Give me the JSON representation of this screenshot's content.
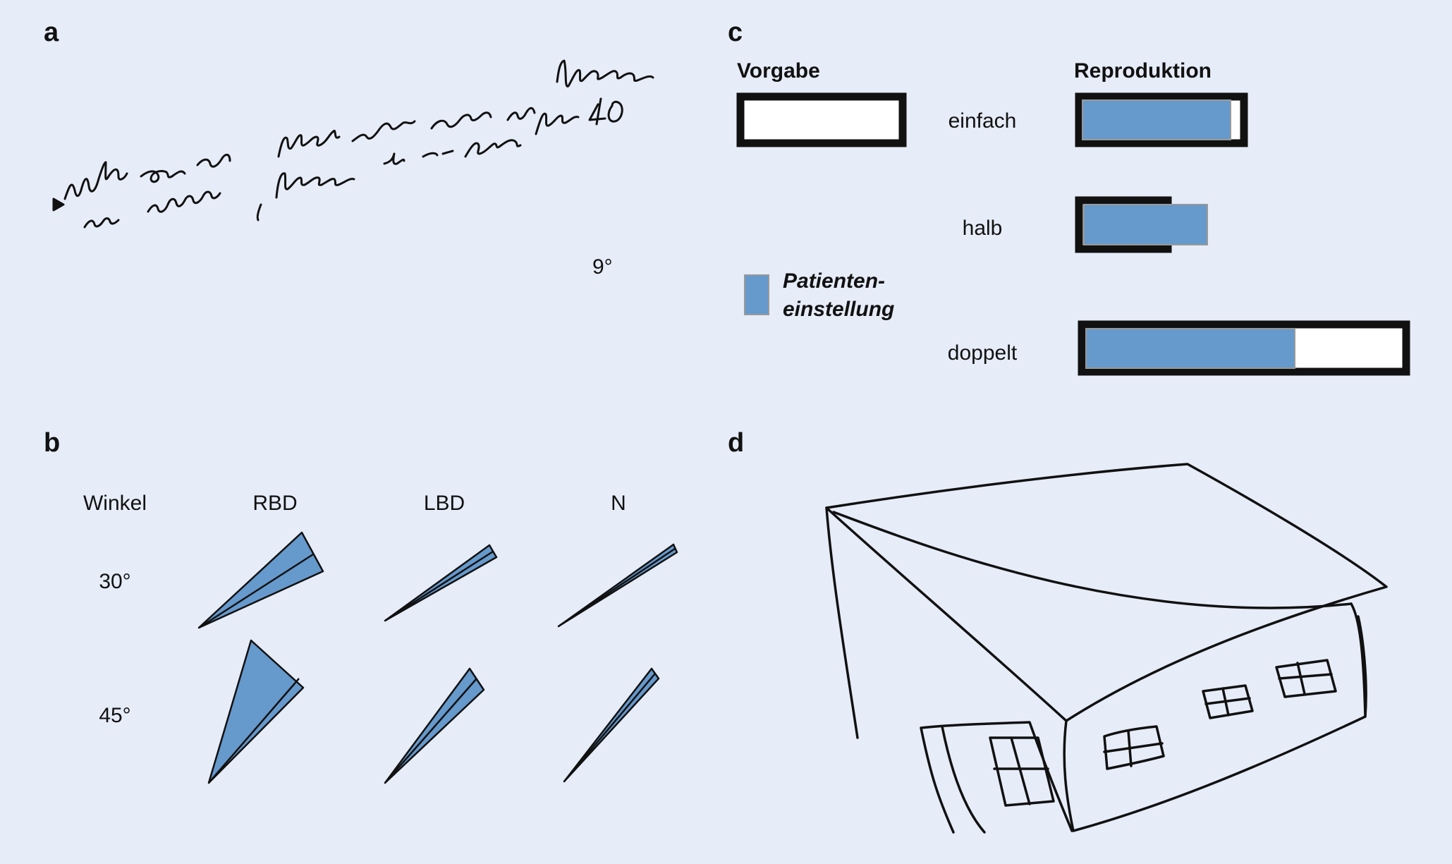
{
  "colors": {
    "background": "#e6ecf8",
    "patient_fill": "#6699cc",
    "outline": "#111111"
  },
  "panel_a": {
    "letter": "a",
    "handwriting": [
      "Ich bin gerade vom Max-Planck-Institut für Psychiatrie in München",
      "am Schreibplatz, Kraepelinstr. 76 - 8000 München 40"
    ],
    "angle_label": "9°"
  },
  "panel_b": {
    "letter": "b",
    "headers": [
      "Winkel",
      "RBD",
      "LBD",
      "N"
    ],
    "rows": [
      {
        "angle": "30°",
        "reproduced_spread_deg": {
          "RBD": 12,
          "LBD": 4,
          "N": 2
        }
      },
      {
        "angle": "45°",
        "reproduced_spread_deg": {
          "RBD": 22,
          "LBD": 6,
          "N": 3
        }
      }
    ]
  },
  "panel_c": {
    "letter": "c",
    "header_vorgabe": "Vorgabe",
    "header_reproduktion": "Reproduktion",
    "legend_line1": "Patienten-",
    "legend_line2": "einstellung",
    "conditions": [
      {
        "label": "einfach",
        "target_relative": 1.0,
        "patient_fraction": 0.9
      },
      {
        "label": "halb",
        "target_relative": 0.5,
        "patient_fraction": 1.4
      },
      {
        "label": "doppelt",
        "target_relative": 2.0,
        "patient_fraction": 0.64
      }
    ]
  },
  "panel_d": {
    "letter": "d",
    "drawing": "house-sketch"
  }
}
